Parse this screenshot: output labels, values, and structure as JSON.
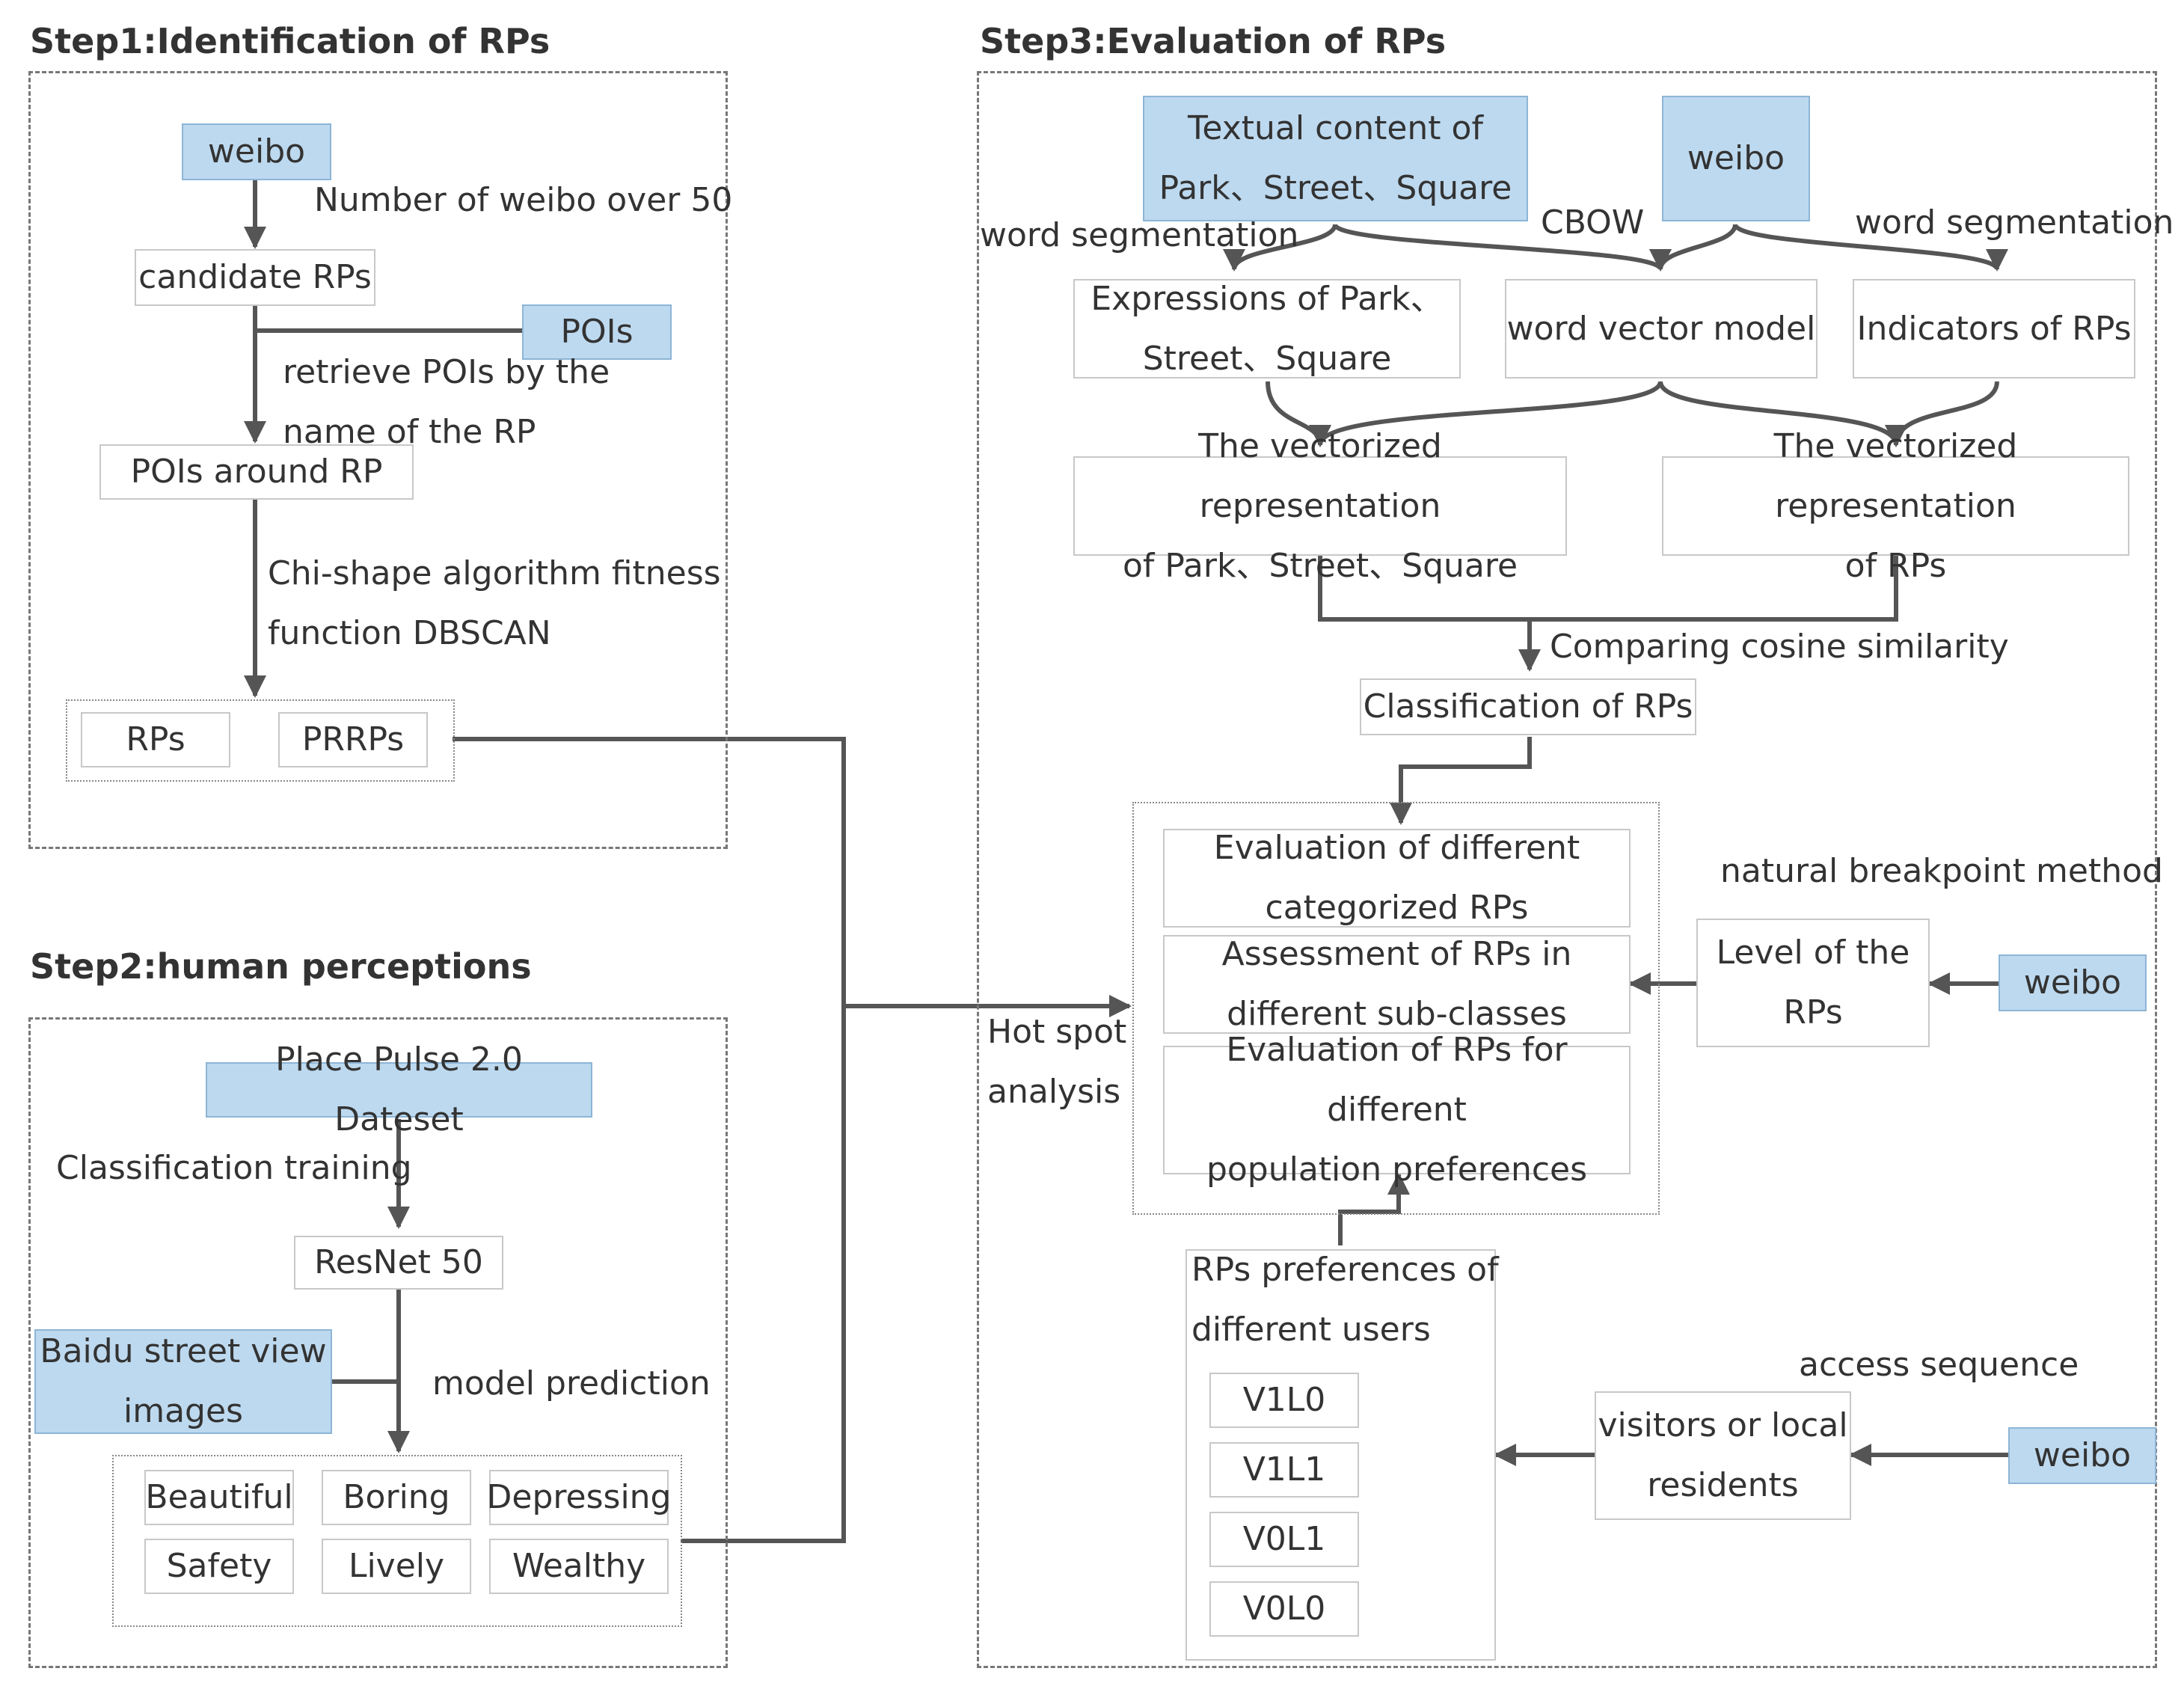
{
  "step1": {
    "title": "Step1:Identification of RPs",
    "weibo": "weibo",
    "weibo_label": "Number of weibo over 50",
    "candidate": "candidate RPs",
    "pois": "POIs",
    "retrieve_label": "retrieve POIs by the\nname of the RP",
    "pois_around": "POIs around RP",
    "chi_label": "Chi-shape algorithm fitness\nfunction DBSCAN",
    "rps": "RPs",
    "prrps": "PRRPs"
  },
  "step2": {
    "title": "Step2:human perceptions",
    "dataset": "Place Pulse 2.0 Dateset",
    "training_label": "Classification training",
    "resnet": "ResNet 50",
    "baidu": "Baidu street view\nimages",
    "prediction_label": "model prediction",
    "perceptions": [
      "Beautiful",
      "Boring",
      "Depressing",
      "Safety",
      "Lively",
      "Wealthy"
    ]
  },
  "step3": {
    "title": "Step3:Evaluation of RPs",
    "textual": "Textual content of\nPark、Street、Square",
    "weibo": "weibo",
    "ws_left": "word segmentation",
    "cbow": "CBOW",
    "ws_right": "word segmentation",
    "expressions": "Expressions of Park、\nStreet、Square",
    "wvm": "word vector model",
    "indicators": "Indicators of RPs",
    "vec_pss": "The vectorized representation\nof Park、Street、Square",
    "vec_rps": "The vectorized representation\nof RPs",
    "cosine_label": "Comparing cosine similarity",
    "classification": "Classification of RPs",
    "eval1": "Evaluation of different\ncategorized RPs",
    "eval2": "Assessment of RPs in\ndifferent sub-classes",
    "eval3": "Evaluation of RPs for different\npopulation preferences",
    "natural_label": "natural breakpoint method",
    "level": "Level of the\nRPs",
    "weibo2": "weibo",
    "hotspot_label": "Hot spot\nanalysis",
    "prefs": "RPs preferences of\ndifferent users",
    "user_groups": [
      "V1L0",
      "V1L1",
      "V0L1",
      "V0L0"
    ],
    "access_label": "access sequence",
    "visitors": "visitors or local\nresidents",
    "weibo3": "weibo"
  }
}
